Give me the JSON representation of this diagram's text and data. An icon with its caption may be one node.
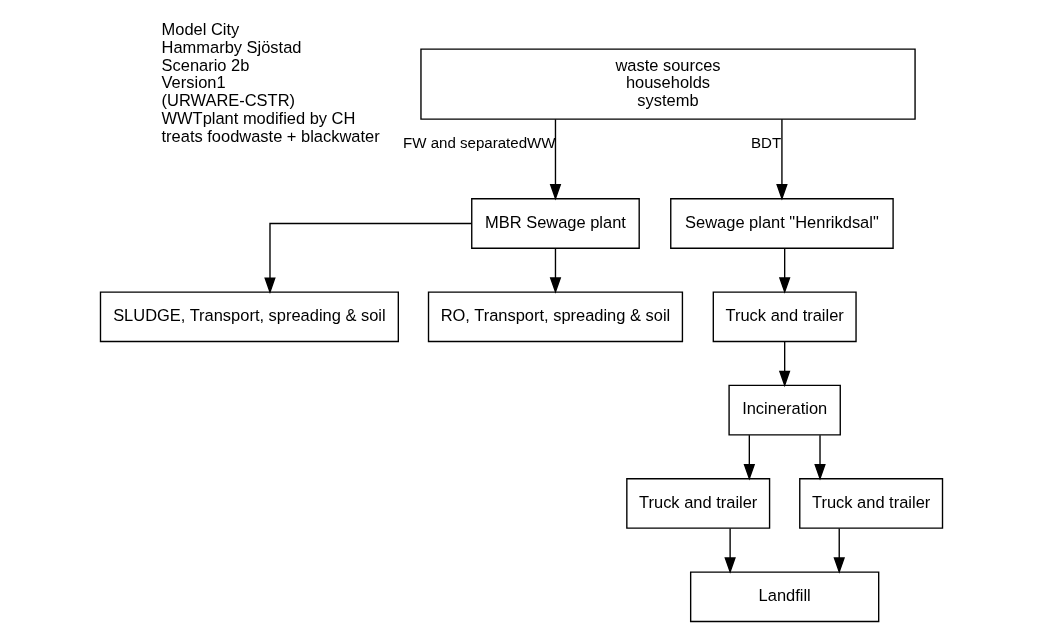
{
  "diagram": {
    "nodes": [
      {
        "text": [
          "waste sources",
          "households",
          "systemb"
        ]
      },
      {
        "text": [
          "MBR Sewage plant"
        ]
      },
      {
        "text": [
          "Sewage plant \"Henrikdsal\""
        ]
      },
      {
        "text": [
          "SLUDGE, Transport, spreading & soil"
        ]
      },
      {
        "text": [
          "RO, Transport, spreading & soil"
        ]
      },
      {
        "text": [
          "Truck and trailer"
        ]
      },
      {
        "text": [
          "Incineration"
        ]
      },
      {
        "text": [
          "Truck and trailer"
        ]
      },
      {
        "text": [
          "Truck and trailer"
        ]
      },
      {
        "text": [
          "Landfill"
        ]
      }
    ],
    "edges": [
      {
        "from": 0,
        "to": 1,
        "arrow": "to",
        "label": "FW and separatedWW"
      },
      {
        "from": 0,
        "to": 2,
        "arrow": "to",
        "label": "BDT"
      },
      {
        "from": 1,
        "to": 3,
        "arrow": "to"
      },
      {
        "from": 1,
        "to": 4,
        "arrow": "to"
      },
      {
        "from": 2,
        "to": 5,
        "arrow": "to"
      },
      {
        "from": 5,
        "to": 6,
        "arrow": "to"
      },
      {
        "from": 6,
        "to": 7,
        "arrow": "to"
      },
      {
        "from": 6,
        "to": 8,
        "arrow": "to"
      },
      {
        "from": 7,
        "to": 9,
        "arrow": "to"
      },
      {
        "from": 8,
        "to": 9,
        "arrow": "to"
      }
    ],
    "labels": [
      "Model City",
      "Hammarby Sjöstad",
      "Scenario 2b",
      "Version1",
      "(URWARE-CSTR)",
      "WWTplant modified by CH",
      "treats foodwaste + blackwater"
    ]
  }
}
